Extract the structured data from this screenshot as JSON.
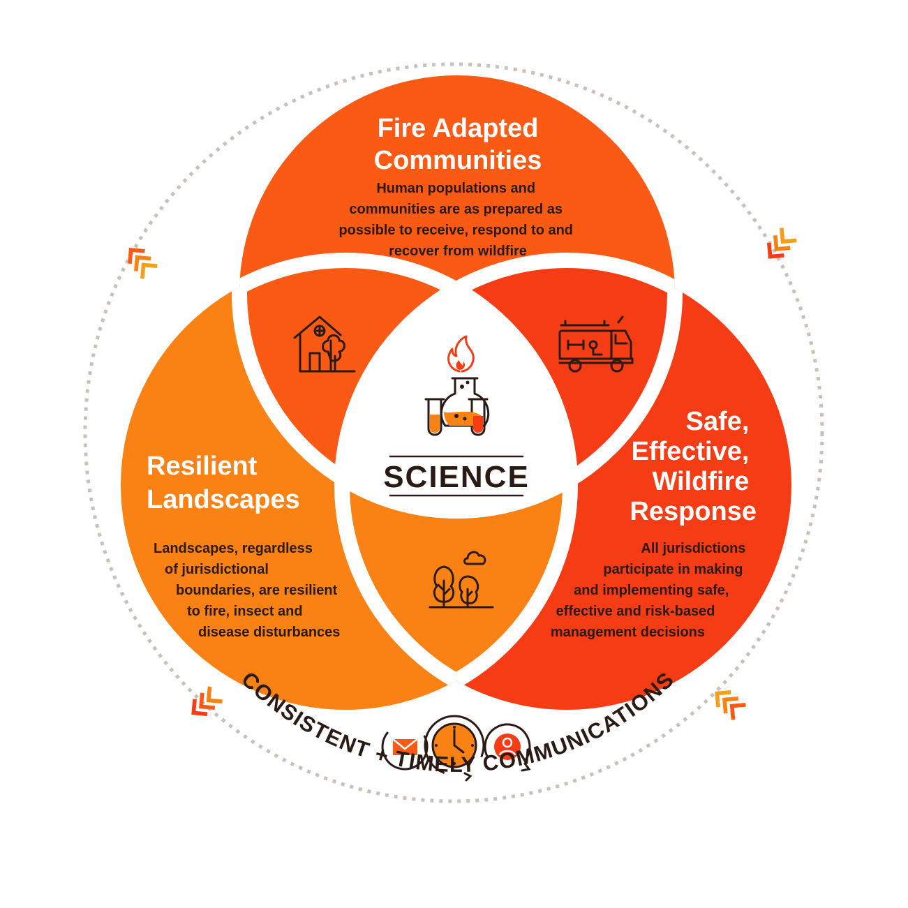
{
  "colors": {
    "top_circle": "#fa5a14",
    "left_circle": "#fa8214",
    "right_circle": "#f53c14",
    "ring_dots": "#c9c0b8",
    "dark": "#2a1a14",
    "white": "#ffffff"
  },
  "top": {
    "title_lines": [
      "Fire Adapted",
      "Communities"
    ],
    "desc_lines": [
      "Human populations and",
      "communities are as prepared as",
      "possible to receive, respond to and",
      "recover from wildfire"
    ]
  },
  "left": {
    "title_lines": [
      "Resilient",
      "Landscapes"
    ],
    "desc_lines": [
      "Landscapes, regardless",
      "of jurisdictional",
      "boundaries, are resilient",
      "to fire, insect and",
      "disease disturbances"
    ]
  },
  "right": {
    "title_lines": [
      "Safe,",
      "Effective,",
      "Wildfire",
      "Response"
    ],
    "desc_lines": [
      "All jurisdictions",
      "participate in making",
      "and implementing safe,",
      "effective and risk-based",
      "management decisions"
    ]
  },
  "center": {
    "label": "SCIENCE"
  },
  "ring": {
    "label": "CONSISTENT + TIMELY COMMUNICATIONS"
  },
  "icons": {
    "house": "house-tree-icon",
    "truck": "fire-truck-icon",
    "trees": "trees-cloud-icon",
    "science": "flame-flasks-icon",
    "mail": "mail-icon",
    "clock": "clock-icon",
    "person": "person-icon"
  }
}
